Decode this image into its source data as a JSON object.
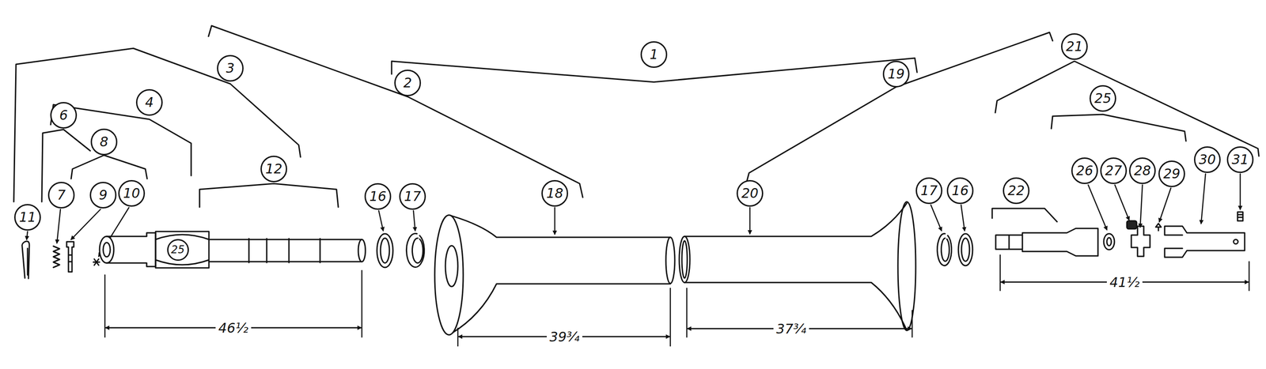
{
  "diagram": {
    "nodes": [
      {
        "text": [
          "1"
        ]
      },
      {
        "text": [
          "2"
        ]
      },
      {
        "text": [
          "3"
        ]
      },
      {
        "text": [
          "4"
        ]
      },
      {
        "text": [
          "6"
        ]
      },
      {
        "text": [
          "8"
        ]
      },
      {
        "text": [
          "7"
        ]
      },
      {
        "text": [
          "9"
        ]
      },
      {
        "text": [
          "10"
        ]
      },
      {
        "text": [
          "11"
        ]
      },
      {
        "text": [
          "12"
        ]
      },
      {
        "text": [
          "25"
        ]
      },
      {
        "text": [
          "16"
        ]
      },
      {
        "text": [
          "17"
        ]
      },
      {
        "text": [
          "18"
        ]
      },
      {
        "text": [
          "20"
        ]
      },
      {
        "text": [
          "19"
        ]
      },
      {
        "text": [
          "17"
        ]
      },
      {
        "text": [
          "16"
        ]
      },
      {
        "text": [
          "21"
        ]
      },
      {
        "text": [
          "22"
        ]
      },
      {
        "text": [
          "25"
        ]
      },
      {
        "text": [
          "26"
        ]
      },
      {
        "text": [
          "27"
        ]
      },
      {
        "text": [
          "28"
        ]
      },
      {
        "text": [
          "29"
        ]
      },
      {
        "text": [
          "30"
        ]
      },
      {
        "text": [
          "31"
        ]
      }
    ],
    "labels": [
      "46½",
      "39¾",
      "37¾",
      "41½"
    ]
  }
}
